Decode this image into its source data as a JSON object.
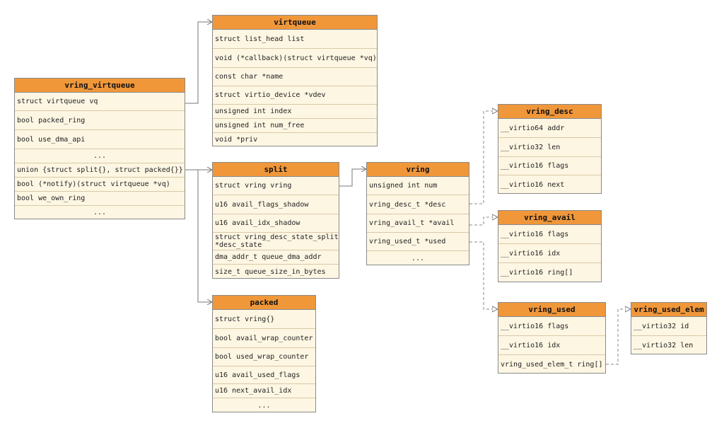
{
  "colors": {
    "header": "#f0973a",
    "body": "#fdf6e3",
    "border": "#8a8a8a",
    "line": "#777777"
  },
  "boxes": {
    "vring_virtqueue": {
      "title": "vring_virtqueue",
      "fields": [
        "struct virtqueue vq",
        "bool packed_ring",
        "bool use_dma_api",
        "...",
        "union {struct split{}, struct packed{}}",
        "bool (*notify)(struct virtqueue *vq)",
        "bool we_own_ring",
        "..."
      ]
    },
    "virtqueue": {
      "title": "virtqueue",
      "fields": [
        "struct list_head list",
        "void (*callback)(struct virtqueue *vq)",
        "const char *name",
        "struct virtio_device *vdev",
        "unsigned int index",
        "unsigned int num_free",
        "void *priv"
      ]
    },
    "split": {
      "title": "split",
      "fields": [
        "struct vring vring",
        "u16 avail_flags_shadow",
        "u16 avail_idx_shadow",
        "struct vring_desc_state_split",
        "*desc_state",
        "dma_addr_t queue_dma_addr",
        "size_t queue_size_in_bytes"
      ]
    },
    "packed": {
      "title": "packed",
      "fields": [
        "struct vring{}",
        "bool avail_wrap_counter",
        "bool used_wrap_counter",
        "u16 avail_used_flags",
        "u16 next_avail_idx",
        "..."
      ]
    },
    "vring": {
      "title": "vring",
      "fields": [
        "unsigned int num",
        "vring_desc_t *desc",
        "vring_avail_t *avail",
        "vring_used_t *used",
        "..."
      ]
    },
    "vring_desc": {
      "title": "vring_desc",
      "fields": [
        "__virtio64 addr",
        "__virtio32 len",
        "__virtio16 flags",
        "__virtio16 next"
      ]
    },
    "vring_avail": {
      "title": "vring_avail",
      "fields": [
        "__virtio16 flags",
        "__virtio16 idx",
        "__virtio16 ring[]"
      ]
    },
    "vring_used": {
      "title": "vring_used",
      "fields": [
        "__virtio16 flags",
        "__virtio16 idx",
        "vring_used_elem_t ring[]"
      ]
    },
    "vring_used_elem": {
      "title": "vring_used_elem",
      "fields": [
        "__virtio32 id",
        "__virtio32 len"
      ]
    }
  }
}
